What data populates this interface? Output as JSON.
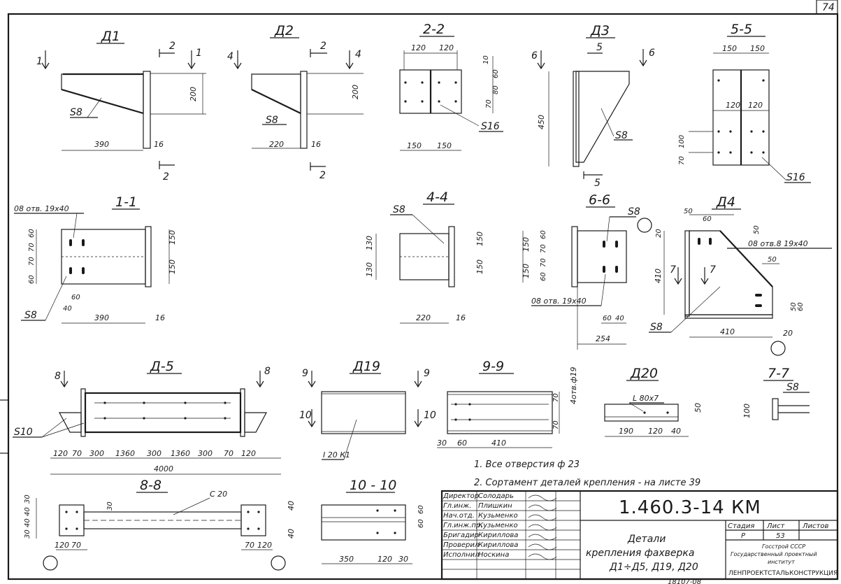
{
  "sheet_number": "74",
  "details": {
    "d1": {
      "title": "Д1",
      "dims": [
        "390",
        "16",
        "200"
      ],
      "part": "S8",
      "cut_a": "1",
      "cut_b": "2"
    },
    "d2": {
      "title": "Д2",
      "dims": [
        "220",
        "16",
        "200"
      ],
      "part": "S8",
      "cut_a": "4",
      "cut_b": "2"
    },
    "s22": {
      "title": "2-2",
      "dims": [
        "120",
        "120",
        "150",
        "150",
        "10",
        "60",
        "80",
        "70"
      ],
      "part": "S16"
    },
    "d3": {
      "title": "Д3",
      "dims": [
        "450"
      ],
      "part": "S8",
      "cut_a": "6",
      "cut_b": "5"
    },
    "s55": {
      "title": "5-5",
      "dims": [
        "150",
        "150",
        "120",
        "120",
        "100",
        "70"
      ],
      "part": "S16"
    },
    "s11": {
      "title": "1-1",
      "holes": "08 отв. 19х40",
      "dims": [
        "60",
        "70",
        "70",
        "60",
        "150",
        "150",
        "60",
        "40",
        "390",
        "16"
      ],
      "part": "S8"
    },
    "s44": {
      "title": "4-4",
      "dims": [
        "130",
        "130",
        "150",
        "150",
        "220",
        "16"
      ],
      "part": "S8"
    },
    "s66": {
      "title": "6-6",
      "holes": "08 отв. 19х40",
      "dims": [
        "150",
        "150",
        "60",
        "70",
        "70",
        "60",
        "60",
        "40",
        "254"
      ],
      "part": "S8"
    },
    "d4": {
      "title": "Д4",
      "holes": "08 отв.8 19х40",
      "dims": [
        "50",
        "60",
        "50",
        "20",
        "410",
        "50",
        "60",
        "50",
        "410",
        "20"
      ],
      "part": "S8",
      "cut": "7"
    },
    "d5": {
      "title": "Д-5",
      "dims": [
        "120",
        "70",
        "300",
        "1360",
        "300",
        "1360",
        "300",
        "70",
        "120",
        "4000"
      ],
      "part": "S10",
      "cut": "8"
    },
    "d19": {
      "title": "Д19",
      "part": "I 20 К1",
      "cut_a": "9",
      "cut_b": "10"
    },
    "s99": {
      "title": "9-9",
      "holes": "4отв.ф19",
      "dims": [
        "70",
        "70",
        "30",
        "60",
        "410"
      ]
    },
    "d20": {
      "title": "Д20",
      "profile": "L 80х7",
      "dims": [
        "190",
        "120",
        "40",
        "50"
      ]
    },
    "s77": {
      "title": "7-7",
      "dims": [
        "100"
      ],
      "part": "S8"
    },
    "s88": {
      "title": "8-8",
      "profile": "C 20",
      "dims": [
        "30",
        "40",
        "40",
        "30",
        "120",
        "70",
        "70",
        "120",
        "40",
        "40",
        "30"
      ]
    },
    "s1010": {
      "title": "10 - 10",
      "dims": [
        "350",
        "120",
        "30",
        "60",
        "60"
      ]
    }
  },
  "notes": [
    "1. Все отверстия ф 23",
    "2. Сортамент деталей крепления - на листе 39"
  ],
  "title_block": {
    "code": "1.460.3-14 КМ",
    "description": [
      "Детали",
      "крепления фахверка",
      "Д1÷Д5, Д19, Д20"
    ],
    "roles": [
      {
        "role": "Директор",
        "name": "Солодарь"
      },
      {
        "role": "Гл.инж.",
        "name": "Плишкин"
      },
      {
        "role": "Нач.отд.",
        "name": "Кузьменко"
      },
      {
        "role": "Гл.инж.пр.",
        "name": "Кузьменко"
      },
      {
        "role": "Бригадир",
        "name": "Кириллова"
      },
      {
        "role": "Проверил",
        "name": "Кириллова"
      },
      {
        "role": "Исполнил",
        "name": "Носкина"
      }
    ],
    "stage_label": "Стадия",
    "sheet_label": "Лист",
    "sheets_label": "Листов",
    "stage": "Р",
    "sheet": "53",
    "org_line1": "Госстрой СССР",
    "org_line2": "Государственный проектный",
    "org_line3": "институт",
    "org_line4": "ЛЕНПРОЕКТСТАЛЬКОНСТРУКЦИЯ"
  },
  "footer_number": "18107-08"
}
